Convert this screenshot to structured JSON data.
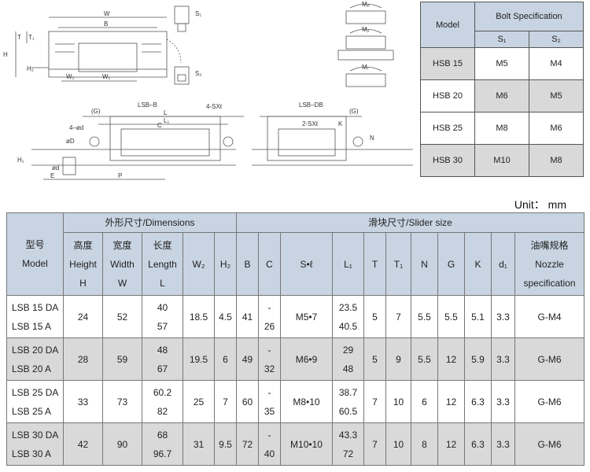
{
  "drawing_labels": {
    "w": "W",
    "b": "B",
    "s1": "S₁",
    "s2": "S₂",
    "t": "T",
    "t1": "T₁",
    "h": "H",
    "h2": "H₂",
    "w2": "W₂",
    "w1": "W₁",
    "mp": "Mₚ",
    "my": "Mᵧ",
    "mr": "Mᵣ",
    "lsb_b": "LSB–B",
    "lsb_db": "LSB–DB",
    "sxl4": "4-SXℓ",
    "sxl2": "2-SXℓ",
    "g": "(G)",
    "l": "L",
    "l1": "L₁",
    "c": "C",
    "k": "K",
    "n": "N",
    "dk": "4–ød",
    "phid": "øD",
    "h1": "H₁",
    "e": "E",
    "p": "P",
    "phid2": "ød"
  },
  "bolt_table": {
    "model_header": "Model",
    "spec_header": "Bolt Specification",
    "s1": "S₁",
    "s2": "S₂",
    "rows": [
      {
        "model": "HSB 15",
        "s1": "M5",
        "s2": "M4"
      },
      {
        "model": "HSB 20",
        "s1": "M6",
        "s2": "M5"
      },
      {
        "model": "HSB 25",
        "s1": "M8",
        "s2": "M6"
      },
      {
        "model": "HSB 30",
        "s1": "M10",
        "s2": "M8"
      }
    ]
  },
  "unit": "Unit： mm",
  "main_table": {
    "model_cn": "型号",
    "model_en": "Model",
    "dimensions_group": "外形尺寸/Dimensions",
    "slider_group": "滑块尺寸/Slider size",
    "height": [
      "高度",
      "Height",
      "H"
    ],
    "width": [
      "宽度",
      "Width",
      "W"
    ],
    "length": [
      "长度",
      "Length",
      "L"
    ],
    "w2": "W₂",
    "h2": "H₂",
    "b": "B",
    "c": "C",
    "sl": "S•ℓ",
    "l1": "L₁",
    "t": "T",
    "t1": "T₁",
    "n": "N",
    "g": "G",
    "k": "K",
    "d1": "d₁",
    "nozzle": [
      "油嘴规格",
      "Nozzle",
      "specification"
    ],
    "rows": [
      {
        "model_a": "LSB 15 DA",
        "model_b": "LSB 15 A",
        "h": "24",
        "w": "52",
        "l_a": "40",
        "l_b": "57",
        "w2": "18.5",
        "h2": "4.5",
        "b": "41",
        "c_a": "-",
        "c_b": "26",
        "sl": "M5•7",
        "l1_a": "23.5",
        "l1_b": "40.5",
        "t": "5",
        "t1": "7",
        "n": "5.5",
        "g": "5.5",
        "k": "5.1",
        "d1": "3.3",
        "nozzle": "G-M4"
      },
      {
        "model_a": "LSB 20 DA",
        "model_b": "LSB 20 A",
        "h": "28",
        "w": "59",
        "l_a": "48",
        "l_b": "67",
        "w2": "19.5",
        "h2": "6",
        "b": "49",
        "c_a": "-",
        "c_b": "32",
        "sl": "M6•9",
        "l1_a": "29",
        "l1_b": "48",
        "t": "5",
        "t1": "9",
        "n": "5.5",
        "g": "12",
        "k": "5.9",
        "d1": "3.3",
        "nozzle": "G-M6"
      },
      {
        "model_a": "LSB 25 DA",
        "model_b": "LSB 25 A",
        "h": "33",
        "w": "73",
        "l_a": "60.2",
        "l_b": "82",
        "w2": "25",
        "h2": "7",
        "b": "60",
        "c_a": "-",
        "c_b": "35",
        "sl": "M8•10",
        "l1_a": "38.7",
        "l1_b": "60.5",
        "t": "7",
        "t1": "10",
        "n": "6",
        "g": "12",
        "k": "6.3",
        "d1": "3.3",
        "nozzle": "G-M6"
      },
      {
        "model_a": "LSB 30 DA",
        "model_b": "LSB 30 A",
        "h": "42",
        "w": "90",
        "l_a": "68",
        "l_b": "96.7",
        "w2": "31",
        "h2": "9.5",
        "b": "72",
        "c_a": "-",
        "c_b": "40",
        "sl": "M10•10",
        "l1_a": "43.3",
        "l1_b": "72",
        "t": "7",
        "t1": "10",
        "n": "8",
        "g": "12",
        "k": "6.3",
        "d1": "3.3",
        "nozzle": "G-M6"
      }
    ]
  }
}
